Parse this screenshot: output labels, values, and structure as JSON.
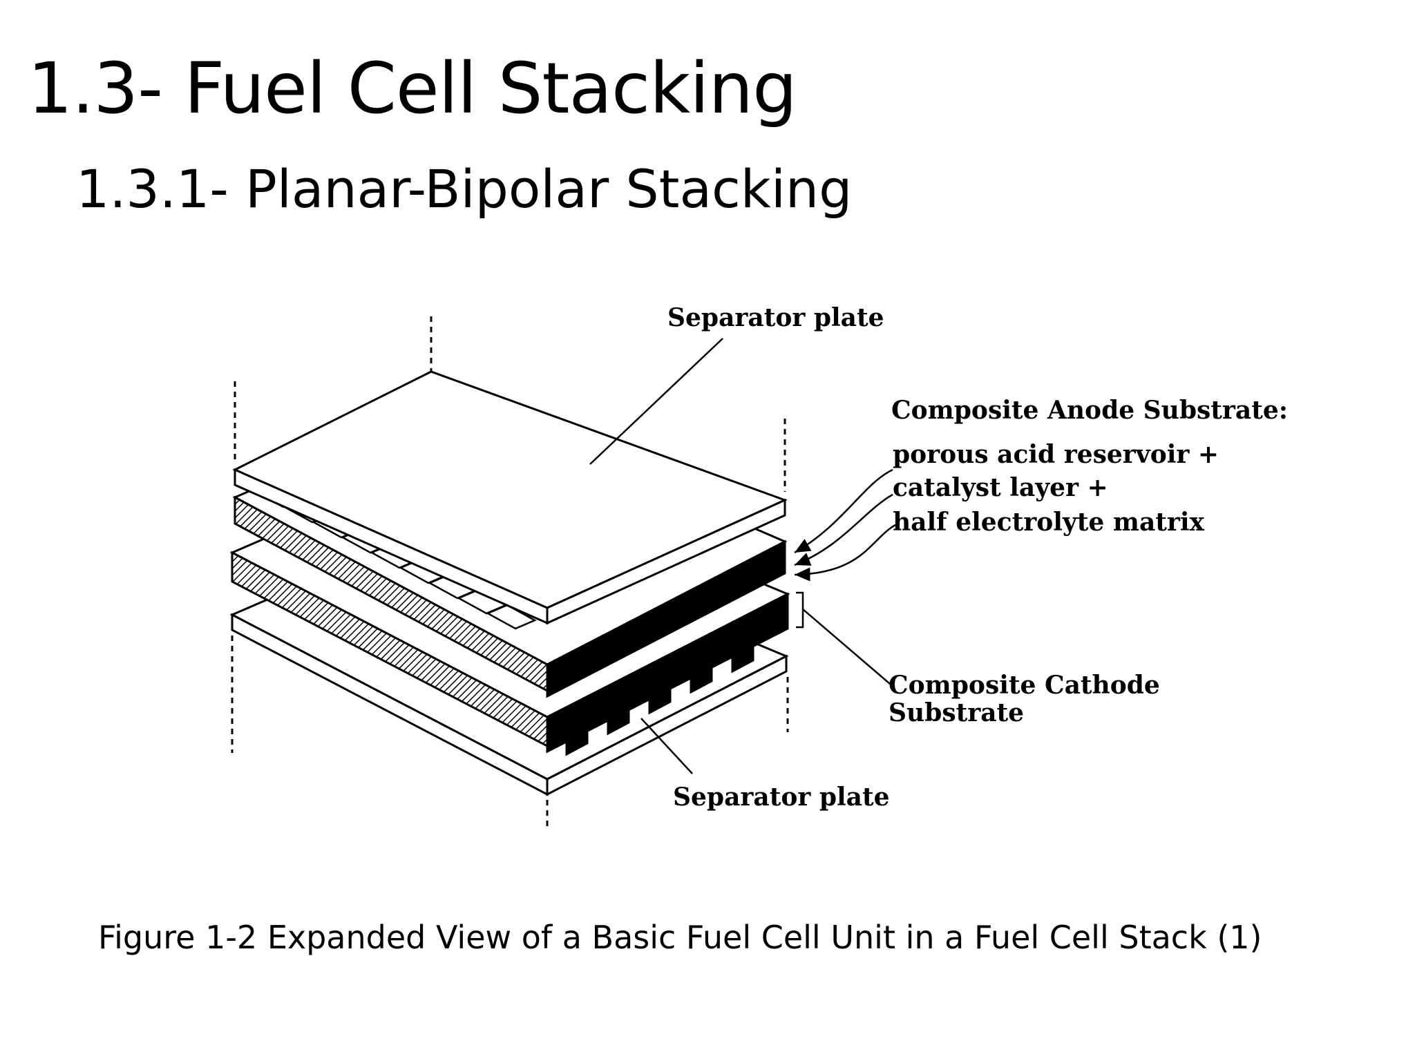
{
  "slide": {
    "title": "1.3- Fuel Cell Stacking",
    "subtitle": "1.3.1- Planar-Bipolar Stacking",
    "caption": "Figure 1-2 Expanded View of a Basic Fuel Cell Unit in a Fuel Cell Stack (1)"
  },
  "diagram": {
    "labels": {
      "top_separator": "Separator plate",
      "anode_title": "Composite Anode  Substrate:",
      "anode_line1": "porous acid reservoir +",
      "anode_line2": "catalyst layer +",
      "anode_line3": "half electrolyte matrix",
      "cathode_line1": "Composite Cathode",
      "cathode_line2": "Substrate",
      "bottom_separator": "Separator plate"
    }
  }
}
